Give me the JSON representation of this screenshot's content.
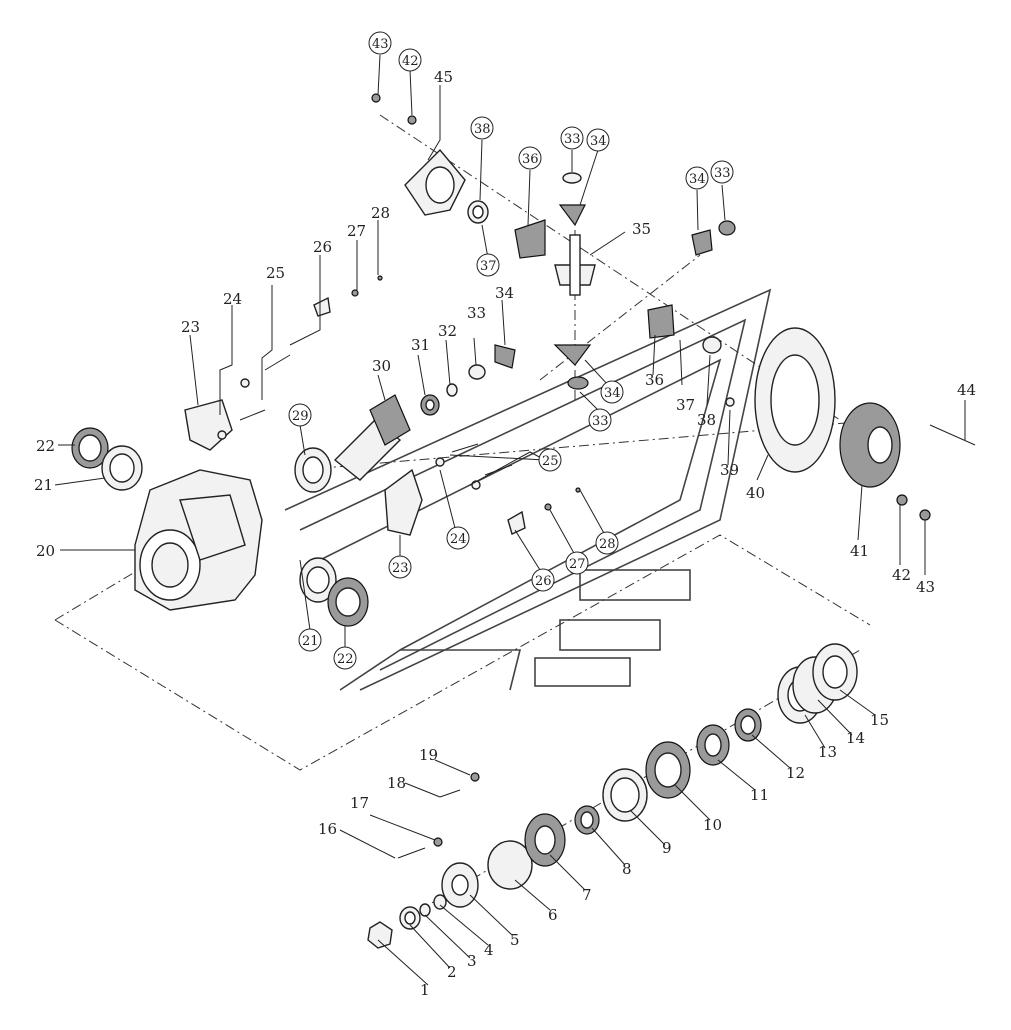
{
  "diagram": {
    "labels": {
      "p1": "1",
      "p2": "2",
      "p3": "3",
      "p4": "4",
      "p5": "5",
      "p6": "6",
      "p7": "7",
      "p8": "8",
      "p9": "9",
      "p10": "10",
      "p11": "11",
      "p12": "12",
      "p13": "13",
      "p14": "14",
      "p15": "15",
      "p16": "16",
      "p17": "17",
      "p18": "18",
      "p19": "19",
      "p20": "20",
      "p21a": "21",
      "p21b": "21",
      "p22a": "22",
      "p22b": "22",
      "p23a": "23",
      "p23b": "23",
      "p24a": "24",
      "p24b": "24",
      "p25a": "25",
      "p25b": "25",
      "p26a": "26",
      "p26b": "26",
      "p27a": "27",
      "p27b": "27",
      "p28a": "28",
      "p28b": "28",
      "p29": "29",
      "p30": "30",
      "p31": "31",
      "p32": "32",
      "p33a": "33",
      "p33b": "33",
      "p33c": "33",
      "p33d": "33",
      "p34a": "34",
      "p34b": "34",
      "p34c": "34",
      "p34d": "34",
      "p35": "35",
      "p36a": "36",
      "p36b": "36",
      "p37a": "37",
      "p37b": "37",
      "p38a": "38",
      "p38b": "38",
      "p39": "39",
      "p40": "40",
      "p41": "41",
      "p42a": "42",
      "p42b": "42",
      "p43a": "43",
      "p43b": "43",
      "p44": "44",
      "p45": "45"
    }
  }
}
